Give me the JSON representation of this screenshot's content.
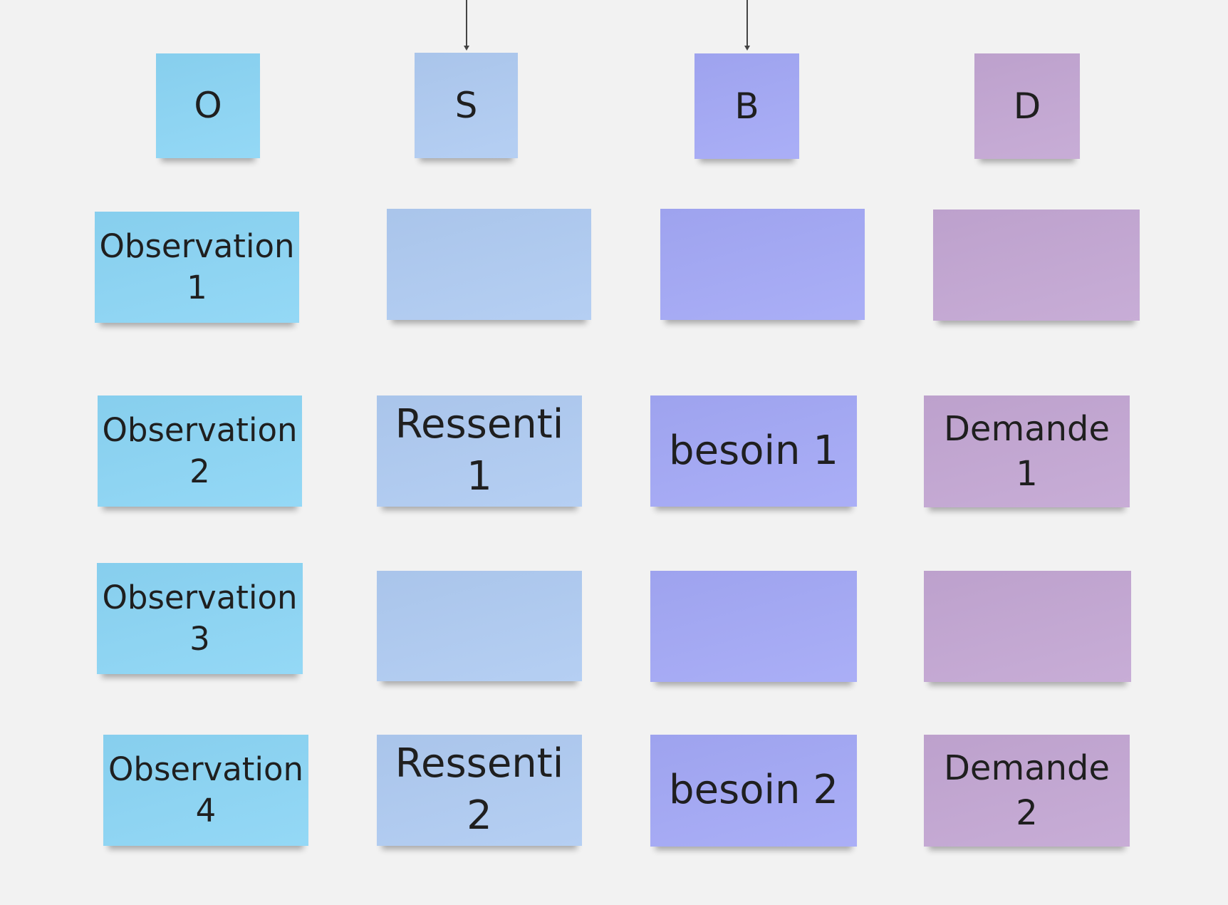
{
  "board": {
    "headers": {
      "o": "O",
      "s": "S",
      "b": "B",
      "d": "D"
    },
    "observations": [
      "Observation\n1",
      "Observation\n2",
      "Observation\n3",
      "Observation\n4"
    ],
    "ressentis": [
      "",
      "Ressenti 1",
      "",
      "Ressenti 2"
    ],
    "besoins": [
      "",
      "besoin 1",
      "",
      "besoin 2"
    ],
    "demandes": [
      "",
      "Demande 1",
      "",
      "Demande 2"
    ],
    "colors": {
      "observation": "#8bd5f5",
      "ressenti": "#afcbf2",
      "besoin": "#a3a8f6",
      "demande": "#c3a6d3",
      "background": "#f2f2f2"
    }
  }
}
